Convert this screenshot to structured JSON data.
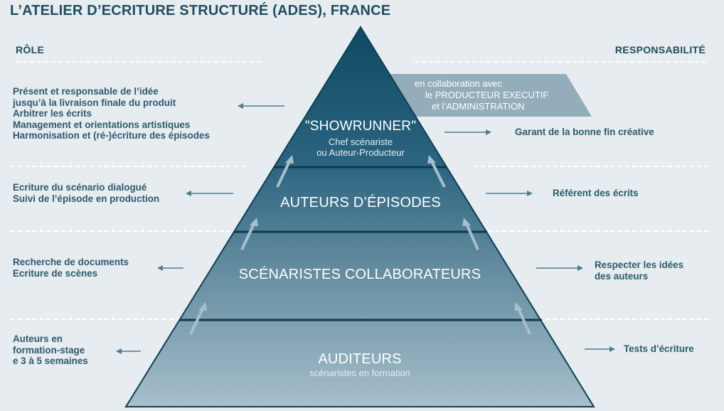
{
  "title": "L’ATELIER D’ECRITURE STRUCTURÉ (ADES), FRANCE",
  "headers": {
    "role": "RÔLE",
    "responsibility": "RESPONSABILITÉ"
  },
  "collaboration": [
    "en collaboration avec",
    "le PRODUCTEUR EXECUTIF",
    "et l’ADMINISTRATION"
  ],
  "levels": [
    {
      "title": "\"SHOWRUNNER\"",
      "subtitle": [
        "Chef scénariste",
        "ou Auteur-Producteur"
      ],
      "role": [
        "Présent et responsable de l’idée",
        "jusqu’à la livraison finale du produit",
        "Arbitrer les écrits",
        "Management et orientations artistiques",
        "Harmonisation et (ré-)écriture des épisodes"
      ],
      "responsibility": [
        "Garant de la bonne fin créative"
      ]
    },
    {
      "title": "AUTEURS D’ÉPISODES",
      "subtitle": [],
      "role": [
        "Ecriture du scénario dialogué",
        "Suivi de l’épisode en production"
      ],
      "responsibility": [
        "Référent des écrits"
      ]
    },
    {
      "title": "SCÉNARISTES COLLABORATEURS",
      "subtitle": [],
      "role": [
        "Recherche de documents",
        "Ecriture de scènes"
      ],
      "responsibility": [
        "Respecter les idées",
        "des auteurs"
      ]
    },
    {
      "title": "AUDITEURS",
      "subtitle": [
        "scénaristes en formation"
      ],
      "role": [
        "Auteurs en",
        "formation-stage",
        "e 3 à 5 semaines"
      ],
      "responsibility": [
        "Tests d’écriture"
      ]
    }
  ],
  "colors": {
    "background": "#e6ecef",
    "text": "#1f4d61",
    "tier1": "#1c5a72",
    "tier2": "#3d7088",
    "tier3": "#6c93a6",
    "tier4": "#a4bdc9",
    "collab_banner": "#94adba",
    "arrows": "#4f7c90"
  }
}
